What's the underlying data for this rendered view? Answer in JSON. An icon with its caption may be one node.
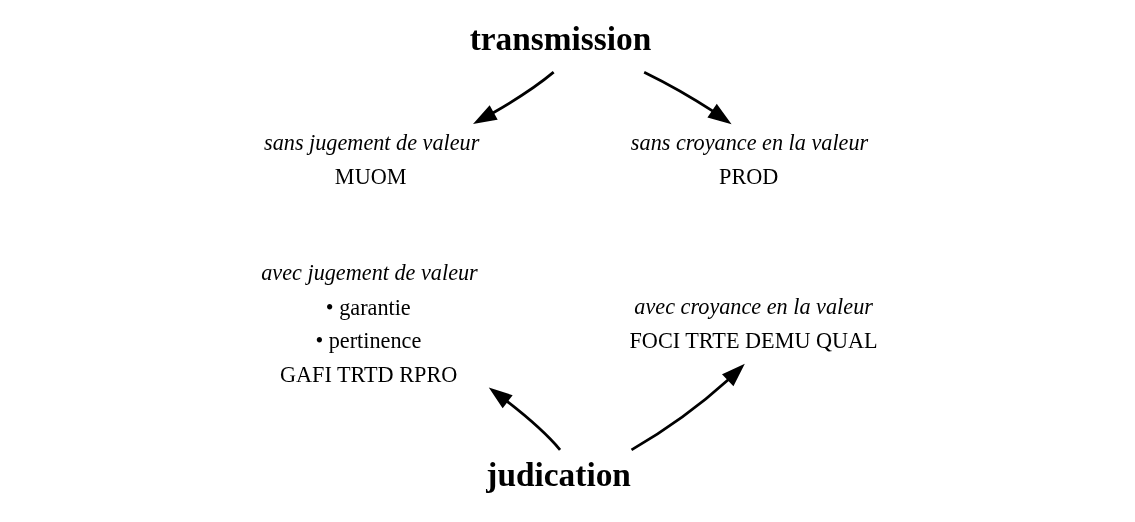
{
  "diagram": {
    "nodes": [
      {
        "text": [
          "transmission"
        ]
      },
      {
        "text": [
          "sans jugement de valeur",
          "MUOM"
        ]
      },
      {
        "text": [
          "sans croyance en la valeur",
          "PROD"
        ]
      },
      {
        "text": [
          "avec jugement de valeur",
          "• garantie",
          "• pertinence",
          "GAFI TRTD RPRO"
        ]
      },
      {
        "text": [
          "avec croyance en la valeur",
          "FOCI TRTE DEMU QUAL"
        ]
      },
      {
        "text": [
          "judication"
        ]
      }
    ],
    "edges": [
      {
        "from": 0,
        "to": 1,
        "arrow": "to"
      },
      {
        "from": 0,
        "to": 2,
        "arrow": "to"
      },
      {
        "from": 5,
        "to": 3,
        "arrow": "to"
      },
      {
        "from": 5,
        "to": 4,
        "arrow": "to"
      }
    ]
  }
}
